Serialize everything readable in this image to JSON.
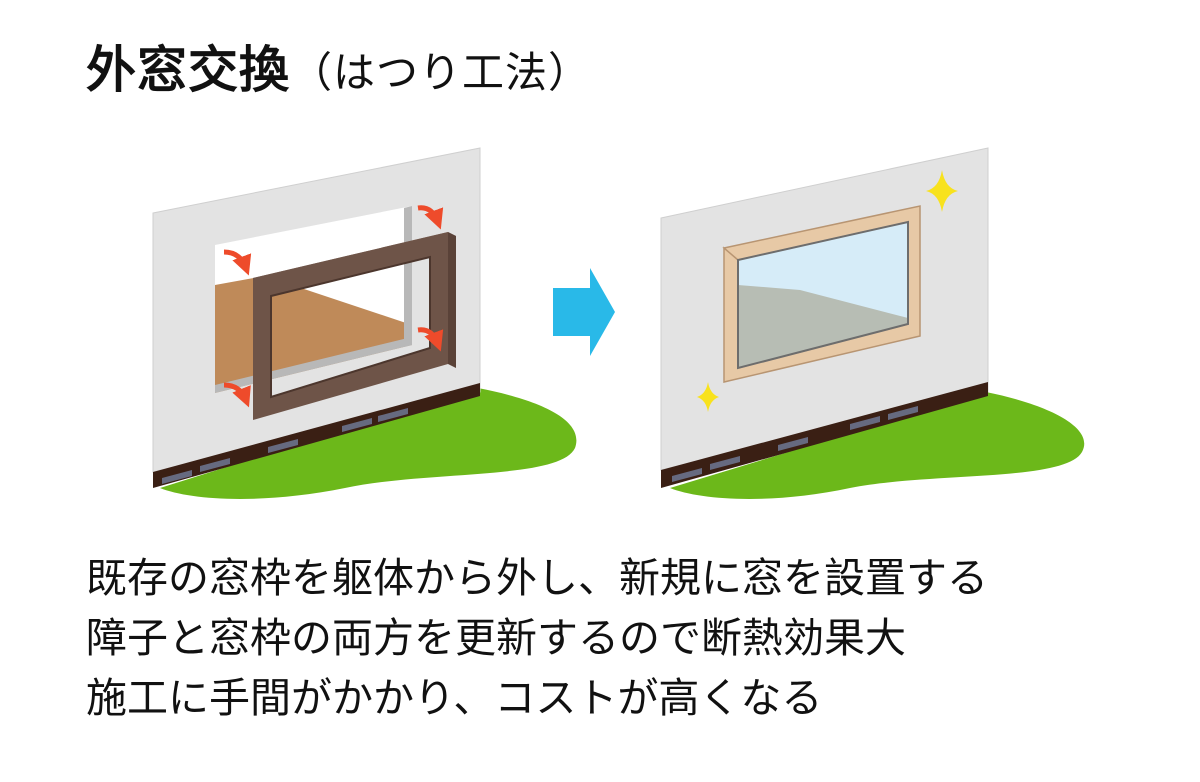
{
  "title": {
    "main": "外窓交換",
    "sub": "（はつり工法）"
  },
  "diagram": {
    "before_panel": "wall-with-old-window-frame-removed",
    "after_panel": "wall-with-new-window-installed",
    "arrow_color": "#29b9e8",
    "wall_color": "#e3e3e3",
    "grass_color": "#6cb81a",
    "foundation_color": "#3a1f14",
    "old_frame_color": "#6e5448",
    "new_frame_color": "#e7c9a6",
    "glass_color": "#d6ecf8",
    "sparkle_color": "#f8e21d",
    "removal_arrow_color": "#ee4b2b"
  },
  "caption": {
    "line1": "既存の窓枠を躯体から外し、新規に窓を設置する",
    "line2": "障子と窓枠の両方を更新するので断熱効果大",
    "line3": "施工に手間がかかり、コストが高くなる"
  }
}
